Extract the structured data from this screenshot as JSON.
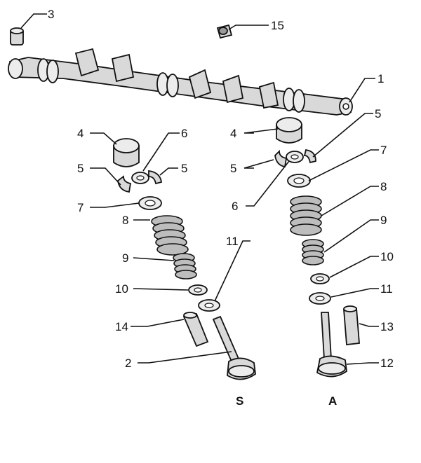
{
  "callouts": [
    {
      "id": "c1",
      "text": "1"
    },
    {
      "id": "c2",
      "text": "2"
    },
    {
      "id": "c3",
      "text": "3"
    },
    {
      "id": "c4a",
      "text": "4"
    },
    {
      "id": "c4b",
      "text": "4"
    },
    {
      "id": "c5a",
      "text": "5"
    },
    {
      "id": "c5b",
      "text": "5"
    },
    {
      "id": "c5c",
      "text": "5"
    },
    {
      "id": "c5d",
      "text": "5"
    },
    {
      "id": "c6a",
      "text": "6"
    },
    {
      "id": "c6b",
      "text": "6"
    },
    {
      "id": "c7a",
      "text": "7"
    },
    {
      "id": "c7b",
      "text": "7"
    },
    {
      "id": "c8a",
      "text": "8"
    },
    {
      "id": "c8b",
      "text": "8"
    },
    {
      "id": "c9a",
      "text": "9"
    },
    {
      "id": "c9b",
      "text": "9"
    },
    {
      "id": "c10a",
      "text": "10"
    },
    {
      "id": "c10b",
      "text": "10"
    },
    {
      "id": "c11a",
      "text": "11"
    },
    {
      "id": "c11b",
      "text": "11"
    },
    {
      "id": "c12",
      "text": "12"
    },
    {
      "id": "c13",
      "text": "13"
    },
    {
      "id": "c14",
      "text": "14"
    },
    {
      "id": "c15",
      "text": "15"
    }
  ],
  "valve_side_labels": {
    "exhaust": "S",
    "intake": "A"
  }
}
